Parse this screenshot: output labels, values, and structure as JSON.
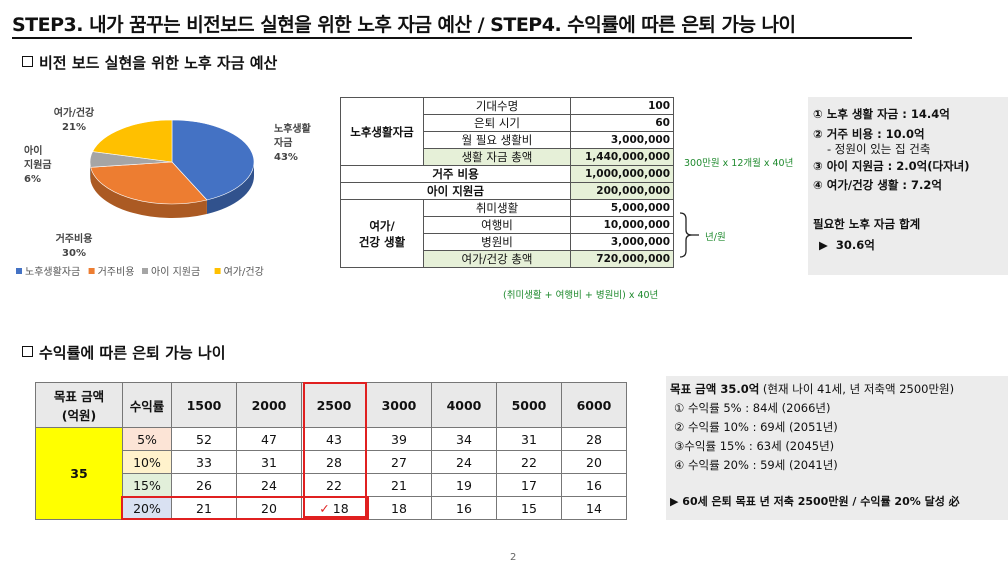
{
  "header": {
    "title": "STEP3. 내가 꿈꾸는 비전보드 실현을 위한 노후 자금 예산 / STEP4. 수익률에 따른 은퇴 가능 나이"
  },
  "section1": {
    "title": "비전 보드 실현을 위한 노후 자금 예산"
  },
  "section2": {
    "title": "수익률에 따른 은퇴 가능 나이"
  },
  "chart_data": {
    "type": "pie",
    "categories": [
      "노후생활자금",
      "거주비용",
      "아이 지원금",
      "여가/건강"
    ],
    "values": [
      43,
      30,
      6,
      21
    ],
    "colors": [
      "#4472c4",
      "#ed7d31",
      "#a5a5a5",
      "#ffc000"
    ],
    "labels": [
      {
        "line1": "노후생활",
        "line2": "자금",
        "pct": "43%"
      },
      {
        "line1": "거주비용",
        "line2": "",
        "pct": "30%"
      },
      {
        "line1": "아이",
        "line2": "지원금",
        "pct": "6%"
      },
      {
        "line1": "여가/건강",
        "line2": "",
        "pct": "21%"
      }
    ],
    "legend": [
      "노후생활자금",
      "거주비용",
      "아이 지원금",
      "여가/건강"
    ],
    "legend_position": "bottom"
  },
  "budget": {
    "g1": "노후생활자금",
    "r_lifespan": {
      "label": "기대수명",
      "value": "100"
    },
    "r_retire": {
      "label": "은퇴 시기",
      "value": "60"
    },
    "r_monthly": {
      "label": "월 필요 생활비",
      "value": "3,000,000"
    },
    "r_total": {
      "label": "생활 자금 총액",
      "value": "1,440,000,000"
    },
    "housing": {
      "label": "거주 비용",
      "value": "1,000,000,000"
    },
    "child": {
      "label": "아이 지원금",
      "value": "200,000,000"
    },
    "g2a": "여가/",
    "g2b": "건강 생활",
    "r_hobby": {
      "label": "취미생활",
      "value": "5,000,000"
    },
    "r_travel": {
      "label": "여행비",
      "value": "10,000,000"
    },
    "r_hospital": {
      "label": "병원비",
      "value": "3,000,000"
    },
    "r_leisure_total": {
      "label": "여가/건강 총액",
      "value": "720,000,000"
    },
    "note_monthly": "300만원 x 12개월 x 40년",
    "note_year": "년/원",
    "note_bottom": "(취미생활 + 여행비 + 병원비) x 40년"
  },
  "summary1": {
    "l1": "① 노후 생활 자금 : 14.4억",
    "l2": "② 거주 비용 : 10.0억",
    "l3": "- 정원이 있는 집 건축",
    "l4": "③ 아이 지원금 : 2.0억(다자녀)",
    "l5": "④ 여가/건강 생활 : 7.2억",
    "total_label": "필요한 노후 자금 합계",
    "total_value": "30.6억"
  },
  "returns": {
    "goal_header_a": "목표 금액",
    "goal_header_b": "(억원)",
    "rate_header": "수익률",
    "cols": [
      "1500",
      "2000",
      "2500",
      "3000",
      "4000",
      "5000",
      "6000"
    ],
    "goal": "35",
    "rows": [
      {
        "rate": "5%",
        "color": "#fce4d6",
        "vals": [
          "52",
          "47",
          "43",
          "39",
          "34",
          "31",
          "28"
        ]
      },
      {
        "rate": "10%",
        "color": "#fff2cc",
        "vals": [
          "33",
          "31",
          "28",
          "27",
          "24",
          "22",
          "20"
        ]
      },
      {
        "rate": "15%",
        "color": "#e2efda",
        "vals": [
          "26",
          "24",
          "22",
          "21",
          "19",
          "17",
          "16"
        ]
      },
      {
        "rate": "20%",
        "color": "#d9e1f2",
        "vals": [
          "21",
          "20",
          "18",
          "18",
          "16",
          "15",
          "14"
        ]
      }
    ],
    "check_mark": "✓"
  },
  "summary2": {
    "head_bold": "목표 금액 35.0억",
    "head_rest": " (현재 나이 41세, 년 저축액 2500만원)",
    "l1": "① 수익률 5% : 84세 (2066년)",
    "l2": "② 수익률 10% : 69세 (2051년)",
    "l3": "③수익률 15% : 63세 (2045년)",
    "l4": "④ 수익률 20% : 59세 (2041년)",
    "conclusion": "▶ 60세 은퇴 목표 년 저축 2500만원 / 수익률 20% 달성 必"
  },
  "footer": {
    "page": "2"
  }
}
